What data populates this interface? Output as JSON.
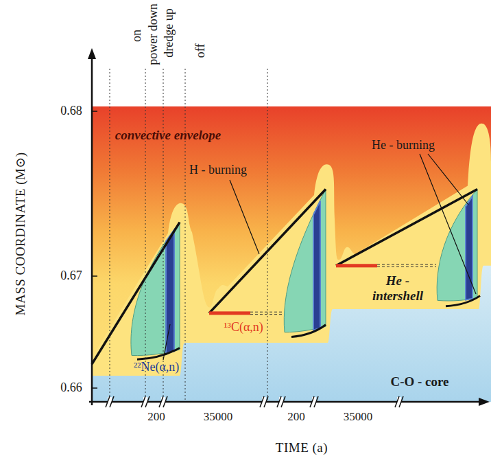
{
  "diagram": {
    "nodes": [
      {
        "text": [
          "convective envelope"
        ]
      },
      {
        "text": [
          "He - intershell"
        ]
      },
      {
        "text": [
          "C-O - core"
        ]
      }
    ],
    "labels": [
      "on",
      "power down",
      "dredge up",
      "off",
      "H - burning",
      "He - burning",
      "¹³C(α,n)",
      "²²Ne(α,n)",
      "0.68",
      "0.67",
      "0.66",
      "200",
      "35000",
      "200",
      "35000",
      "MASS COORDINATE (M⊙)",
      "TIME (a)"
    ]
  }
}
